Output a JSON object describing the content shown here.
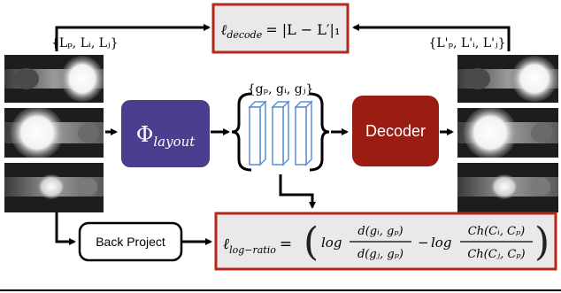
{
  "input_set_label": "{Lₚ, Lᵢ, Lⱼ}",
  "output_set_label": "{L'ₚ, L'ᵢ, L'ⱼ}",
  "encoder": {
    "label_main": "Φ",
    "label_sub": "layout",
    "color": "#4a3e8f"
  },
  "features_label": "{gₚ, gᵢ, gⱼ}",
  "decoder": {
    "label": "Decoder",
    "color": "#9b1c12"
  },
  "back_project": {
    "label": "Back Project"
  },
  "loss_decode": {
    "symbol": "ℓ",
    "subscript": "decode",
    "expr": "= |L − L′|₁"
  },
  "loss_ratio": {
    "symbol": "ℓ",
    "subscript": "log−ratio",
    "log1": "log",
    "frac1_num": "d(gᵢ, gₚ)",
    "frac1_den": "d(gⱼ, gₚ)",
    "minus": "−",
    "log2": "log",
    "frac2_num": "Ch(Cᵢ, Cₚ)",
    "frac2_den": "Ch(Cⱼ, Cₚ)"
  },
  "colors": {
    "loss_border": "#b5271b",
    "loss_fill": "#e9e9e9",
    "feature_stroke": "#5b8fd6"
  }
}
